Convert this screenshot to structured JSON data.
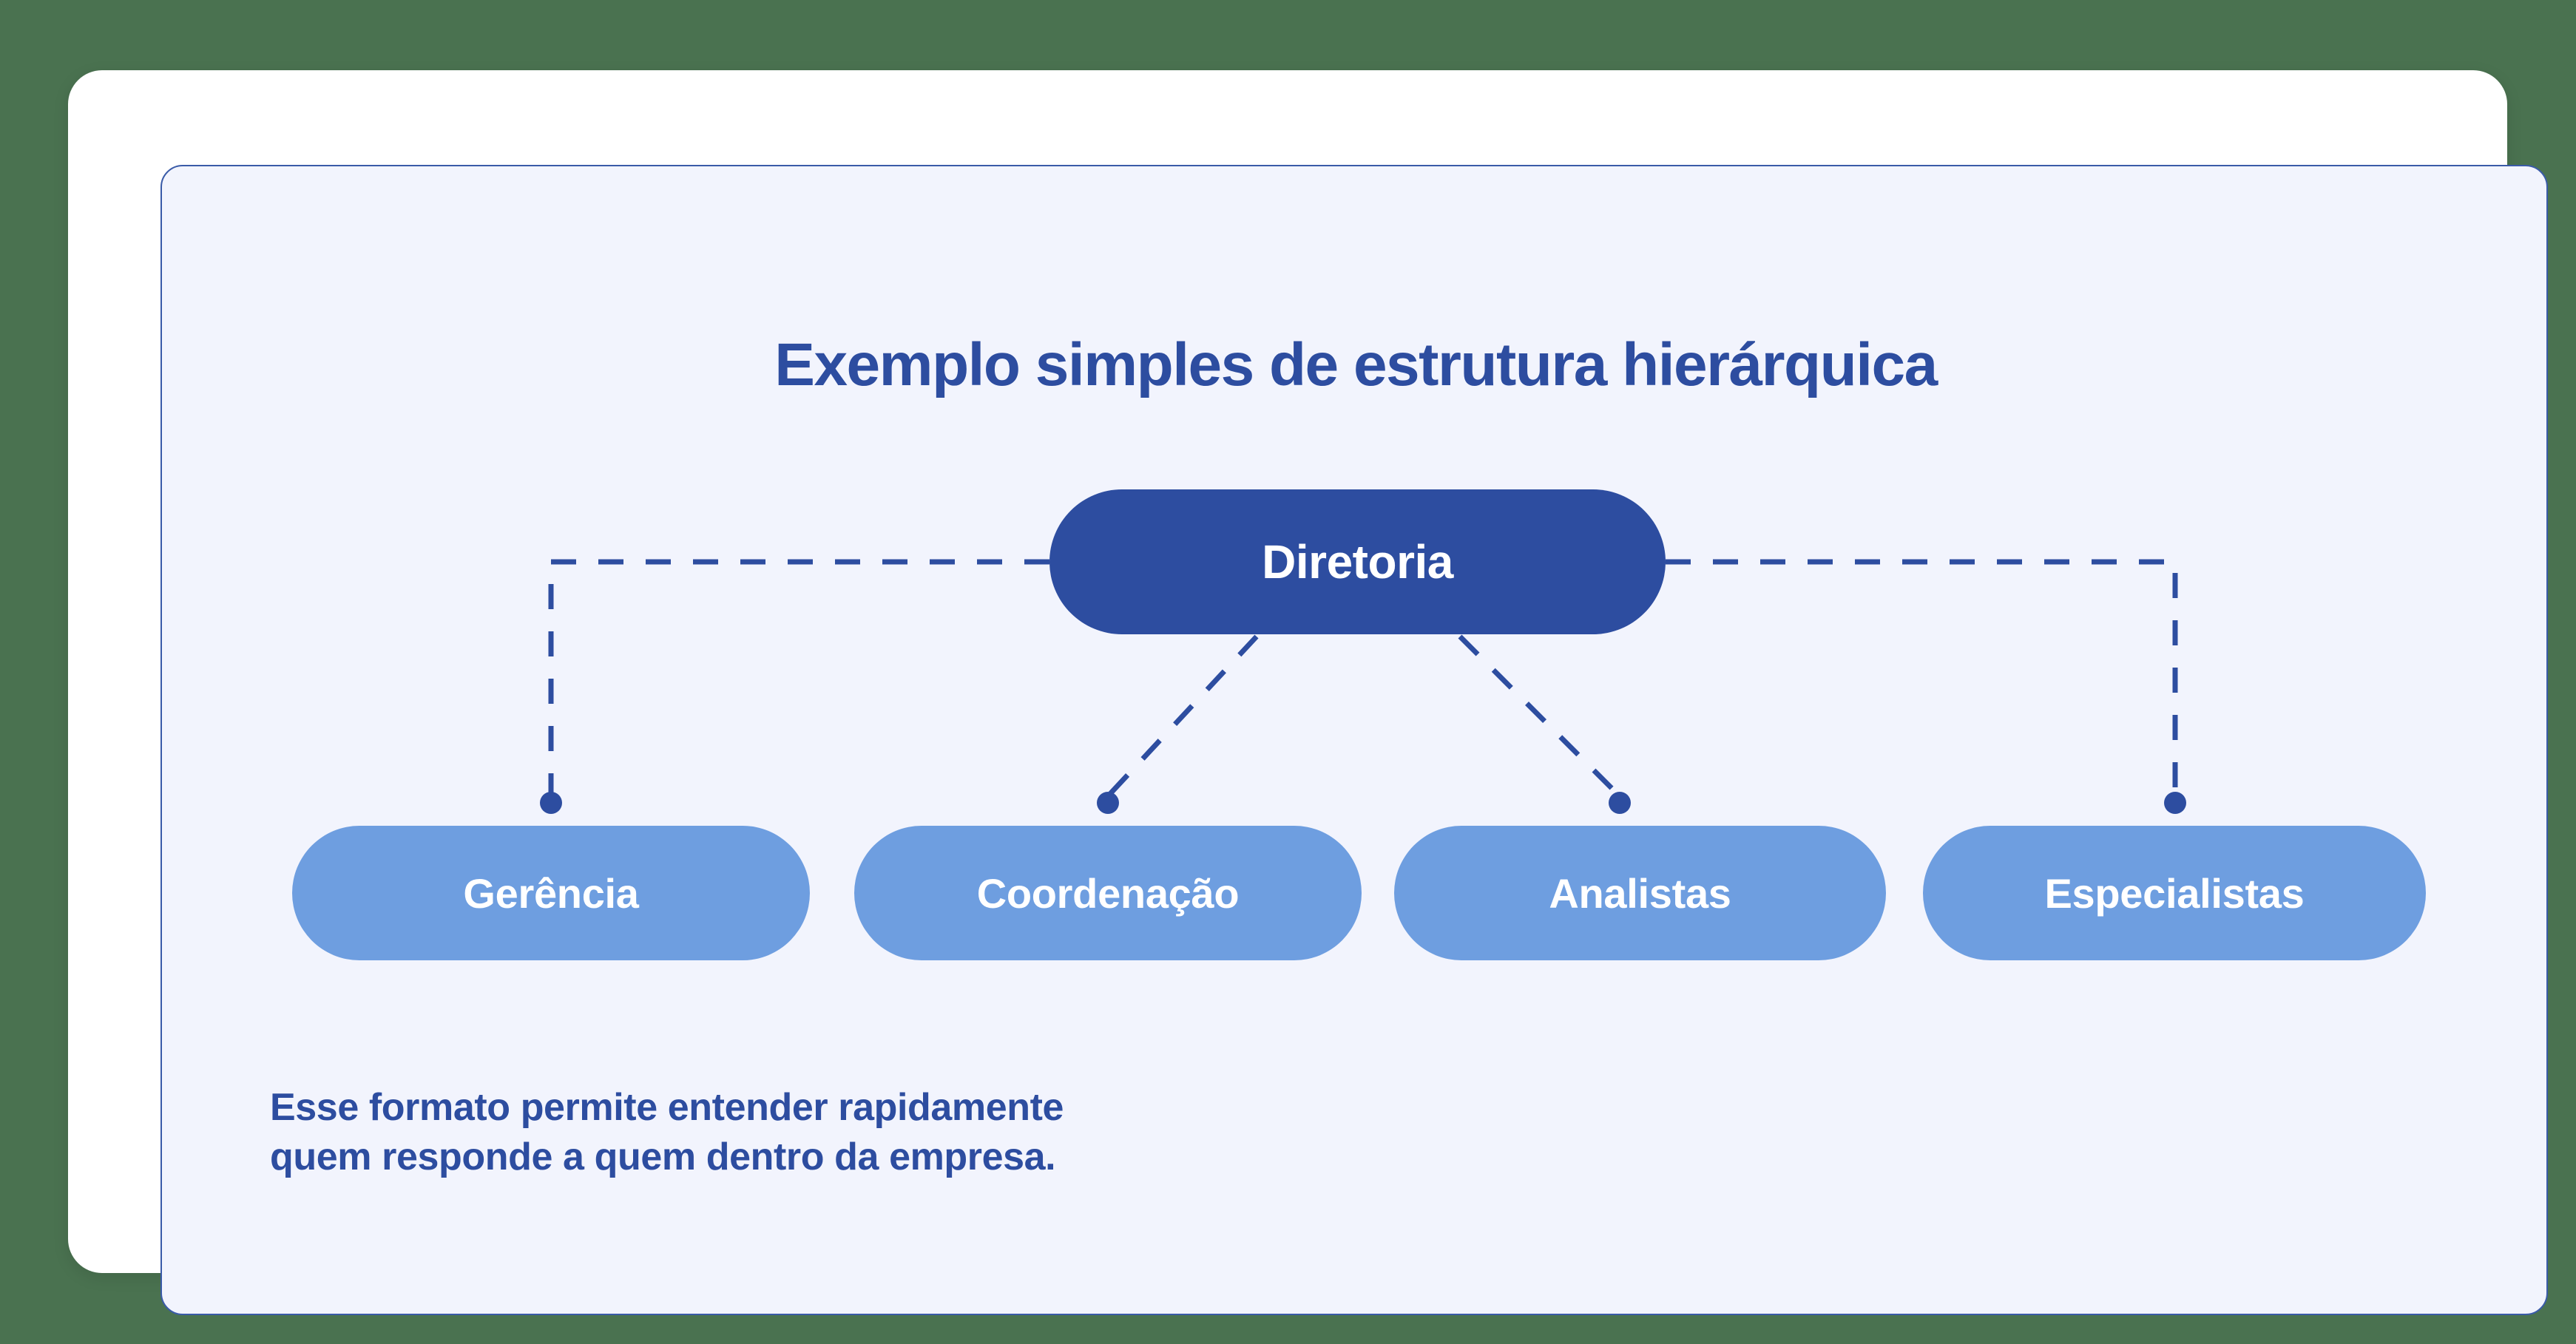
{
  "diagram": {
    "title": "Exemplo simples de estrutura hierárquica",
    "root": {
      "label": "Diretoria"
    },
    "children": [
      {
        "label": "Gerência"
      },
      {
        "label": "Coordenação"
      },
      {
        "label": "Analistas"
      },
      {
        "label": "Especialistas"
      }
    ],
    "caption": {
      "line1": "Esse formato permite entender rapidamente",
      "line2": "quem responde a quem dentro da empresa."
    },
    "colors": {
      "page_background": "#4a7250",
      "card_background": "#ffffff",
      "panel_background": "#f2f4fd",
      "panel_border": "#3a5ba8",
      "root_node": "#2d4da0",
      "child_node": "#6e9ee0",
      "title_text": "#2d4da0",
      "node_text": "#ffffff",
      "connector": "#2d4da0",
      "caption_text": "#2d4da0"
    }
  }
}
